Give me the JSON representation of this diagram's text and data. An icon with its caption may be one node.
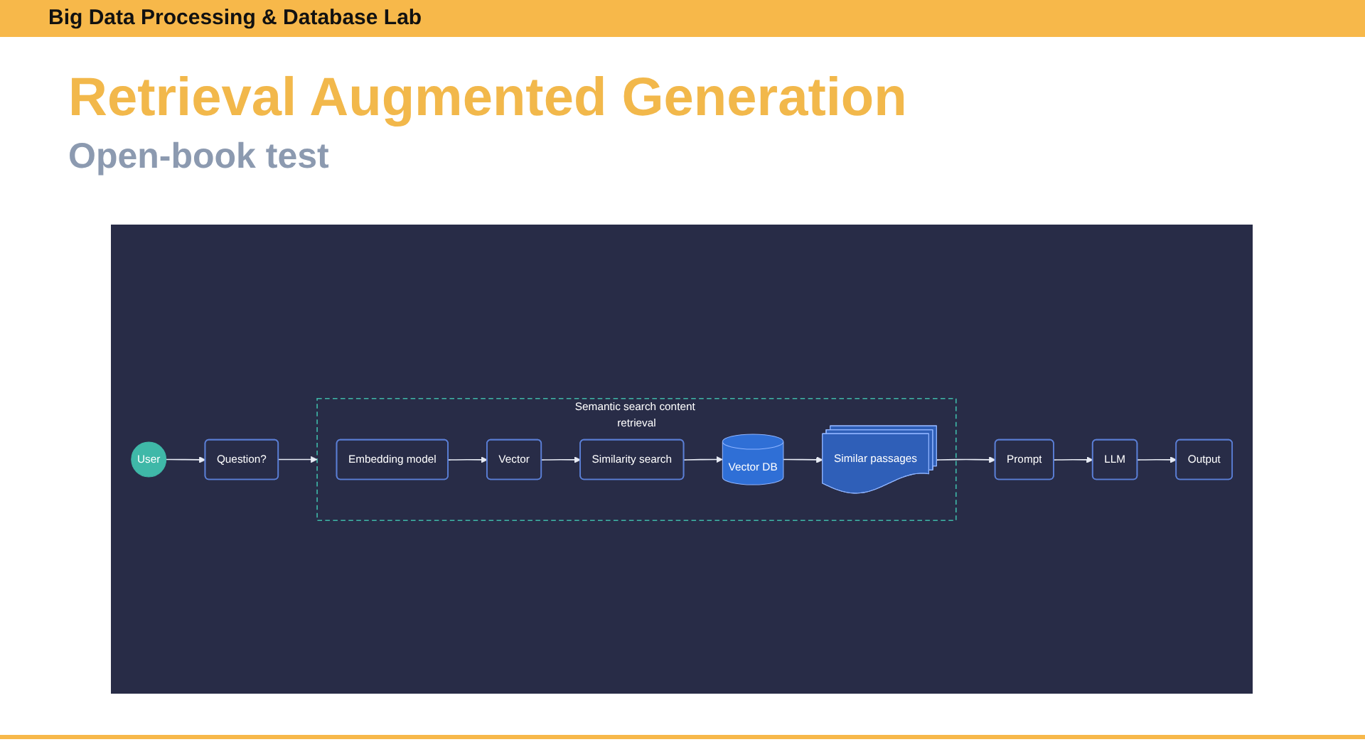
{
  "diagram": {
    "title": "Retrieval Augmented Generation",
    "nodes": [
      {
        "text": [
          "User"
        ]
      },
      {
        "text": [
          "Question?"
        ]
      },
      {
        "text": [
          "Semantic search content retrieval"
        ]
      },
      {
        "text": [
          "Embedding model"
        ],
        "in": 2
      },
      {
        "text": [
          "Vector"
        ],
        "in": 2
      },
      {
        "text": [
          "Similarity search"
        ],
        "in": 2
      },
      {
        "text": [
          "Vector DB"
        ],
        "in": 2
      },
      {
        "text": [
          "Similar passages"
        ],
        "in": 2
      },
      {
        "text": [
          "Prompt"
        ]
      },
      {
        "text": [
          "LLM"
        ]
      },
      {
        "text": [
          "Output"
        ]
      }
    ],
    "edges": [
      {
        "from": 0,
        "to": 1,
        "arrow": "to"
      },
      {
        "from": 1,
        "to": 2,
        "arrow": "to"
      },
      {
        "from": 3,
        "to": 4,
        "arrow": "to"
      },
      {
        "from": 4,
        "to": 5,
        "arrow": "to"
      },
      {
        "from": 5,
        "to": 6,
        "arrow": "to"
      },
      {
        "from": 6,
        "to": 7,
        "arrow": "to"
      },
      {
        "from": 7,
        "to": 8,
        "arrow": "to"
      },
      {
        "from": 8,
        "to": 9,
        "arrow": "to"
      },
      {
        "from": 9,
        "to": 10,
        "arrow": "to"
      }
    ],
    "labels": [
      "Big Data Processing & Database Lab",
      "Open-book test"
    ]
  }
}
